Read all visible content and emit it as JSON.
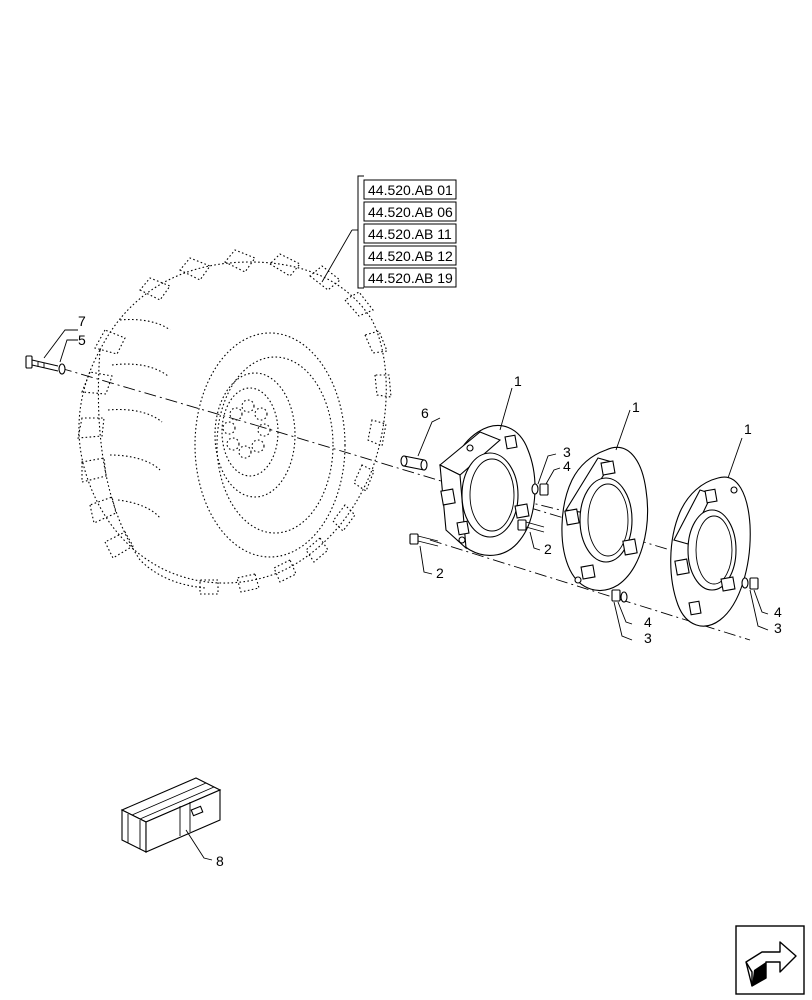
{
  "reference_codes": [
    "44.520.AB 01",
    "44.520.AB 06",
    "44.520.AB 11",
    "44.520.AB 12",
    "44.520.AB 19"
  ],
  "callouts": {
    "bolt_long": "7",
    "washer_large": "5",
    "weight_inner": "1",
    "weight_middle": "1",
    "weight_outer": "1",
    "spacer": "6",
    "bolt_lower_left": "2",
    "bolt_mid": "2",
    "nut_top": "3",
    "washer_top": "4",
    "washer_bottom": "4",
    "nut_bottom": "3",
    "washer_right": "4",
    "nut_right": "3",
    "kit_box": "8"
  },
  "icons": {
    "navigation": "next-page-arrow-icon"
  },
  "colors": {
    "line": "#000000",
    "background": "#ffffff"
  }
}
